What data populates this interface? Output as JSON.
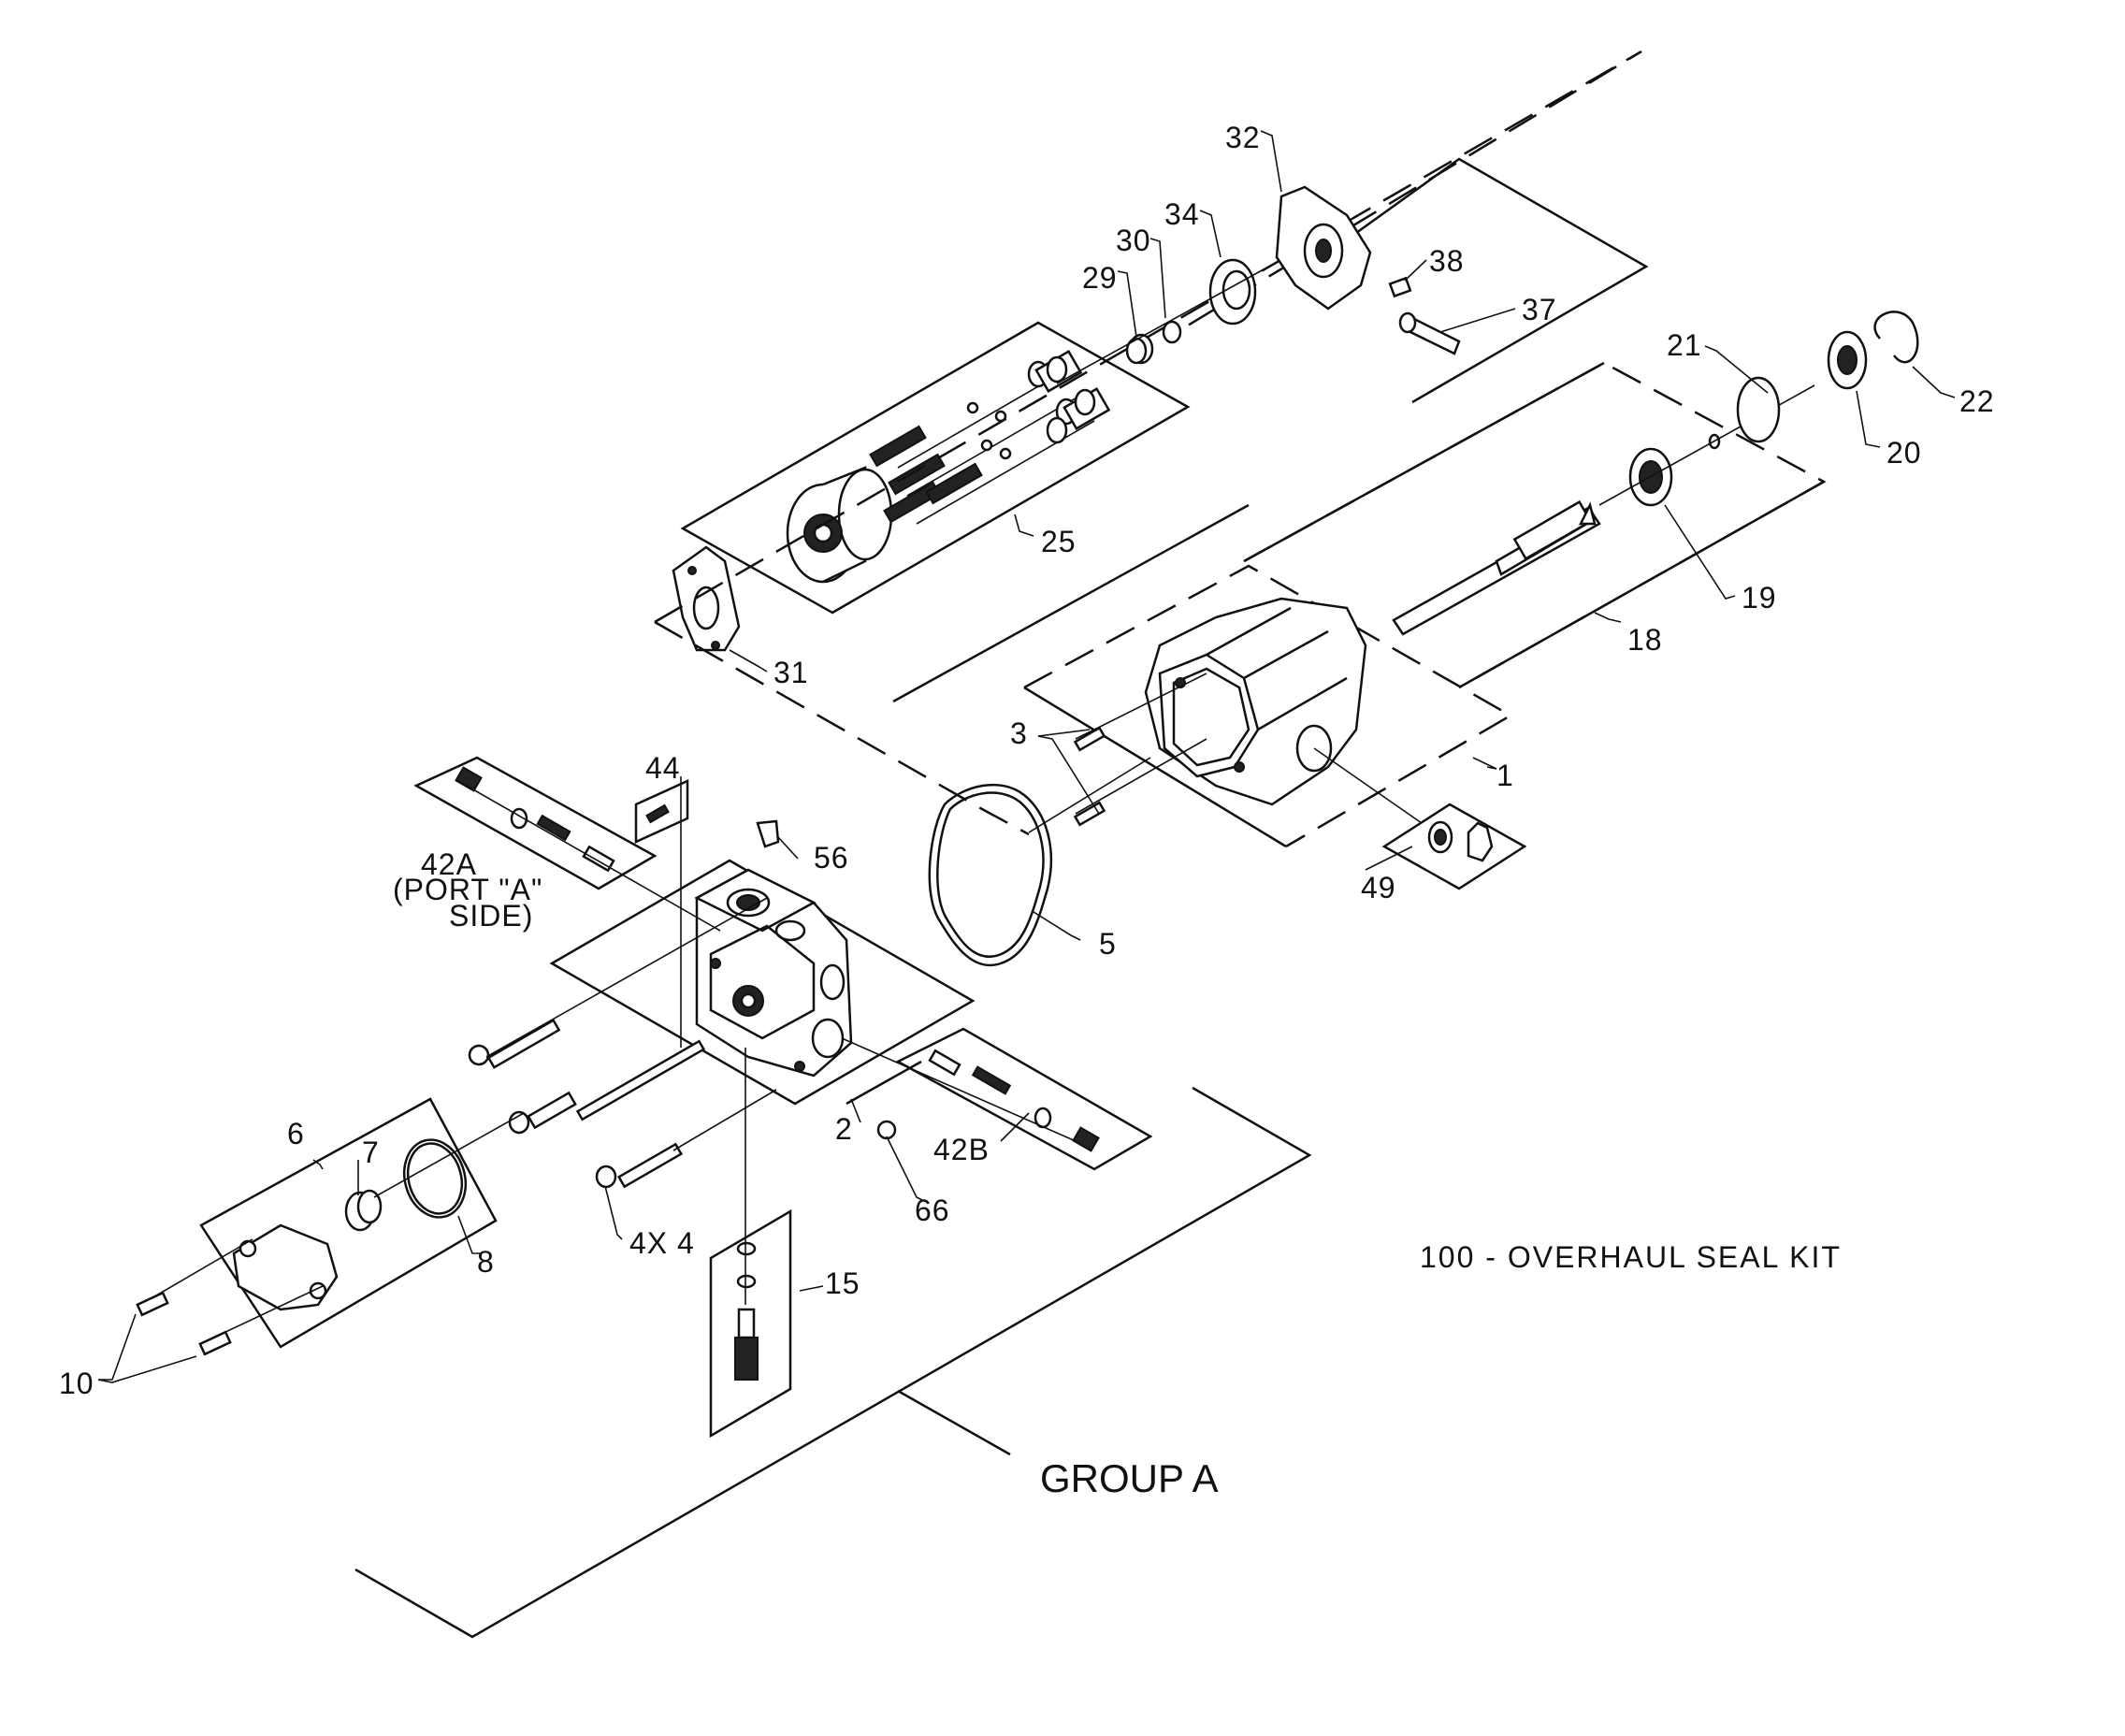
{
  "diagram": {
    "group_label": "GROUP A",
    "kit_note": "100 - OVERHAUL SEAL KIT",
    "labels": {
      "p32": "32",
      "p34": "34",
      "p30": "30",
      "p29": "29",
      "p38": "38",
      "p37": "37",
      "p21": "21",
      "p22": "22",
      "p20": "20",
      "p25": "25",
      "p19": "19",
      "p18": "18",
      "p31": "31",
      "p3": "3",
      "p1": "1",
      "p44": "44",
      "p56": "56",
      "p42a_1": "42A",
      "p42a_2": "(PORT \"A\"",
      "p42a_3": "SIDE)",
      "p5": "5",
      "p49": "49",
      "p6": "6",
      "p7": "7",
      "p2": "2",
      "p42b": "42B",
      "p66": "66",
      "p8": "8",
      "p4": "4X  4",
      "p15": "15",
      "p10": "10"
    }
  }
}
